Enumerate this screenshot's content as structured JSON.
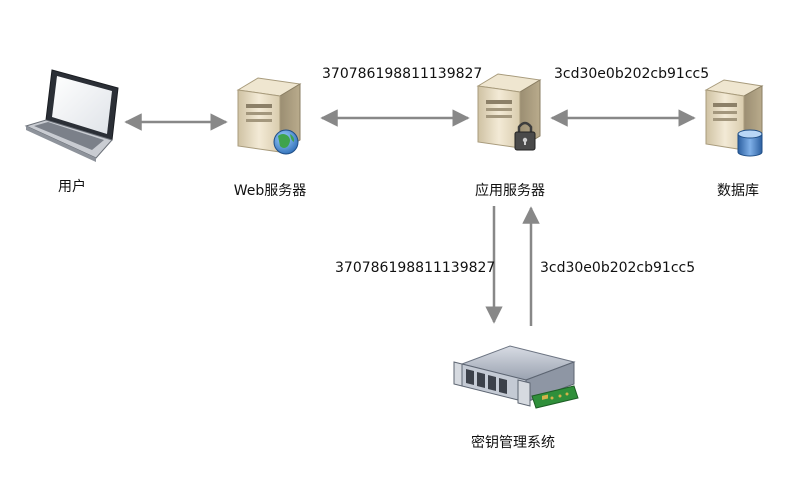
{
  "nodes": {
    "user": "用户",
    "web_server": "Web服务器",
    "app_server": "应用服务器",
    "database": "数据库",
    "kms": "密钥管理系统"
  },
  "flows": {
    "web_to_app_value": "370786198811139827",
    "app_to_db_value": "3cd30e0b202cb91cc5",
    "app_to_kms_value": "370786198811139827",
    "kms_to_app_value": "3cd30e0b202cb91cc5"
  },
  "colors": {
    "arrow": "#888888",
    "server_body": "#e8dcc0",
    "globe": "#2e8b57",
    "lock": "#444444",
    "db_cylinder": "#4a7fc1"
  }
}
